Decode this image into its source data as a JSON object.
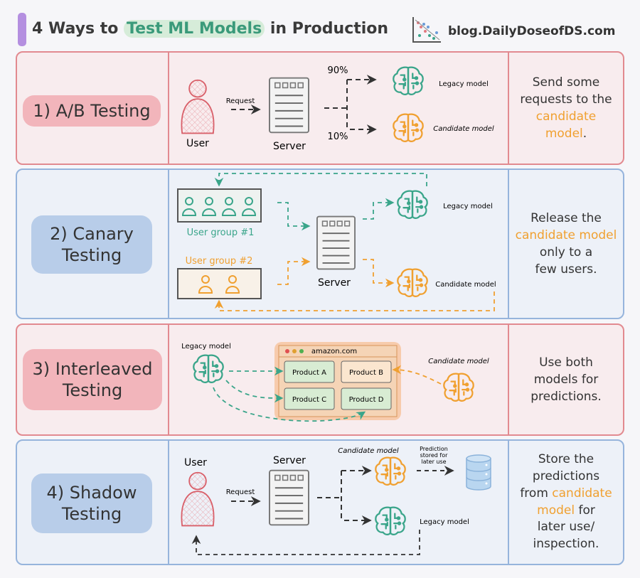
{
  "header": {
    "title_pre": "4 Ways to ",
    "title_highlight": "Test ML Models",
    "title_post": " in Production",
    "site": "blog.DailyDoseofDS.com"
  },
  "colors": {
    "legacy": "#3aa58a",
    "candidate": "#f0a030",
    "pink_border": "#e28a90",
    "blue_border": "#96b4dc"
  },
  "sections": [
    {
      "label": "1) A/B Testing",
      "diagram": {
        "user": "User",
        "request": "Request",
        "server": "Server",
        "pct_legacy": "90%",
        "pct_candidate": "10%",
        "legacy": "Legacy model",
        "candidate": "Candidate model"
      },
      "desc": [
        "Send some",
        "requests to the",
        "candidate",
        "model",
        "."
      ]
    },
    {
      "label_1": "2) Canary",
      "label_2": "Testing",
      "diagram": {
        "group1": "User group #1",
        "group2": "User group #2",
        "server": "Server",
        "legacy": "Legacy model",
        "candidate": "Candidate model"
      },
      "desc": [
        "Release the",
        "candidate model",
        "only to a",
        "few users."
      ]
    },
    {
      "label_1": "3) Interleaved",
      "label_2": "Testing",
      "diagram": {
        "legacy": "Legacy model",
        "candidate": "Candidate model",
        "site": "amazon.com",
        "products": [
          "Product A",
          "Product B",
          "Product C",
          "Product D"
        ]
      },
      "desc": [
        "Use both",
        "models for",
        "predictions."
      ]
    },
    {
      "label_1": "4) Shadow",
      "label_2": "Testing",
      "diagram": {
        "user": "User",
        "request": "Request",
        "server": "Server",
        "candidate": "Candidate model",
        "legacy": "Legacy model",
        "note": [
          "Prediction",
          "stored for",
          "later use"
        ]
      },
      "desc": [
        "Store the",
        "predictions",
        "from ",
        "candidate",
        "model",
        " for",
        "later use/",
        "inspection."
      ]
    }
  ]
}
